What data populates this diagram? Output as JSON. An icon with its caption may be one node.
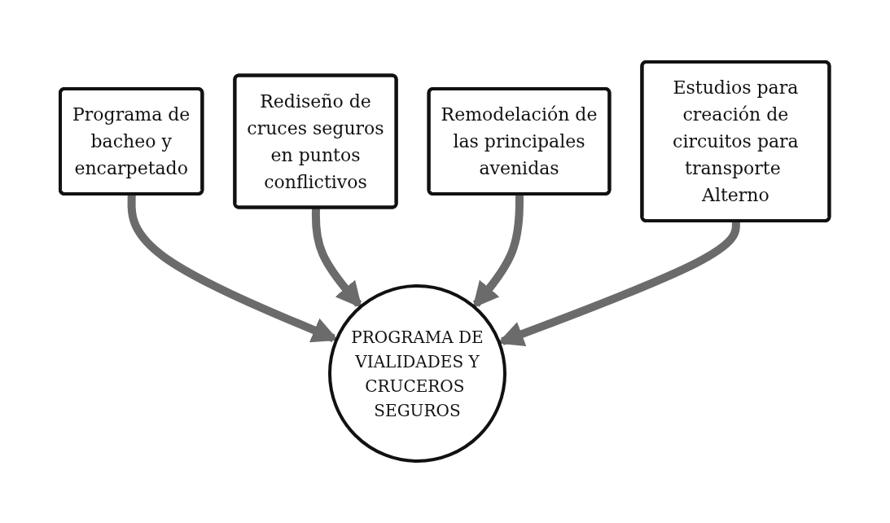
{
  "diagram": {
    "nodes": [
      {
        "text": [
          "Programa de bacheo y encarpetado"
        ]
      },
      {
        "text": [
          "Rediseño de cruces seguros en puntos conflictivos"
        ]
      },
      {
        "text": [
          "Remodelación de las principales avenidas"
        ]
      },
      {
        "text": [
          "PROGRAMA DE VIALIDADES Y CRUCEROS SEGUROS"
        ]
      },
      {
        "text": [
          "Estudios para creación de circuitos para transporte Alterno"
        ]
      }
    ],
    "edges": [
      {
        "from": 0,
        "to": 3,
        "arrow": "to"
      },
      {
        "from": 1,
        "to": 3,
        "arrow": "to"
      },
      {
        "from": 2,
        "to": 3,
        "arrow": "to"
      },
      {
        "from": 4,
        "to": 3,
        "arrow": "to"
      }
    ]
  }
}
